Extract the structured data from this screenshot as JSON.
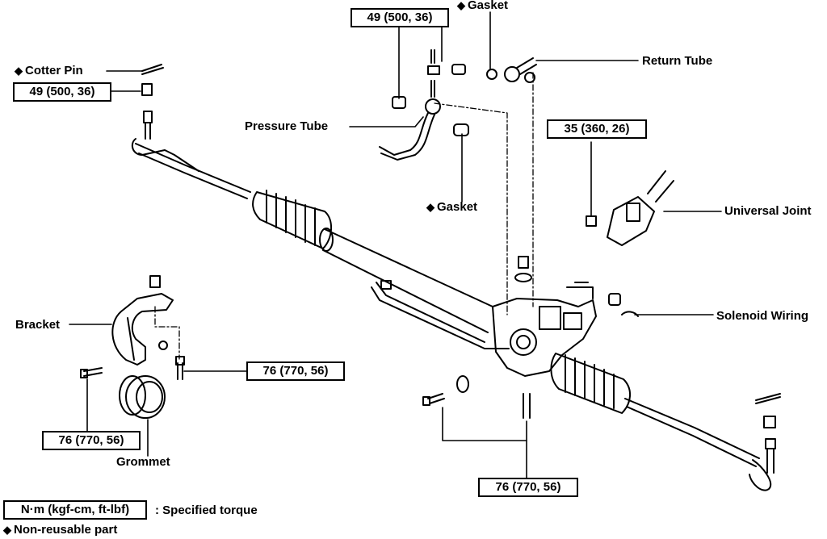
{
  "diamond": "◆",
  "labels": {
    "cotter_pin": "Cotter Pin",
    "gasket_top": "Gasket",
    "return_tube": "Return Tube",
    "pressure_tube": "Pressure Tube",
    "gasket_mid": "Gasket",
    "universal_joint": "Universal Joint",
    "solenoid_wiring": "Solenoid Wiring",
    "bracket": "Bracket",
    "grommet": "Grommet"
  },
  "torque": {
    "top_center": "49 (500, 36)",
    "top_left": "49 (500, 36)",
    "right": "35 (360, 26)",
    "bracket_bolt": "76 (770, 56)",
    "lower_left": "76 (770, 56)",
    "bottom_center": "76 (770, 56)"
  },
  "legend": {
    "unit_box": "N·m (kgf-cm, ft-lbf)",
    "unit_desc": ": Specified torque",
    "nonreusable": "Non-reusable part"
  }
}
